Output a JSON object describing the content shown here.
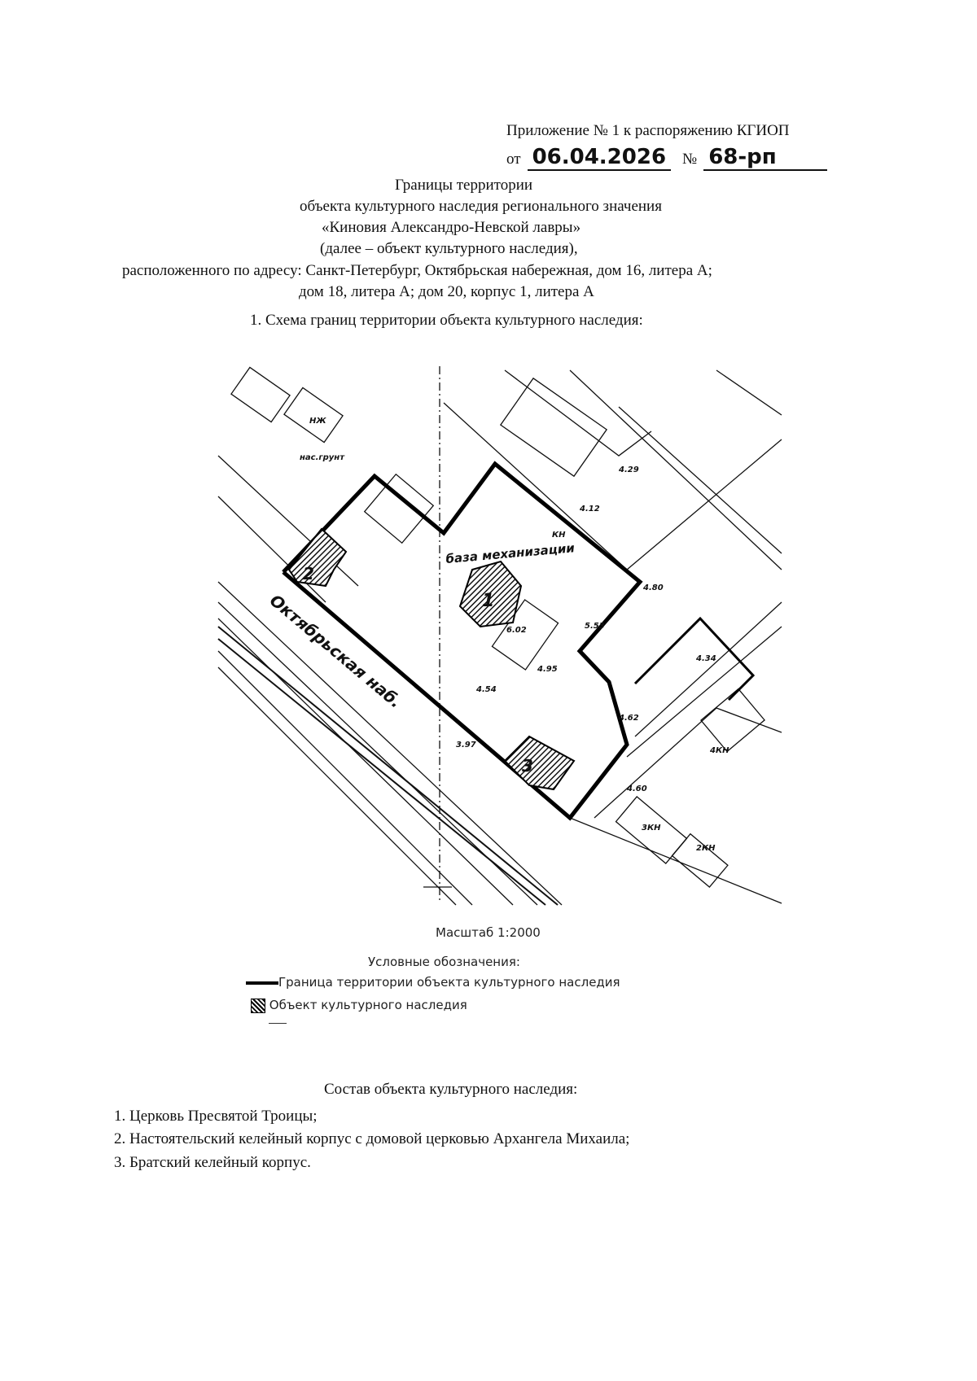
{
  "header": {
    "appendix_line": "Приложение № 1 к распоряжению КГИОП",
    "date_prefix": "от",
    "date_value": "06.04.2026",
    "number_prefix": "№",
    "number_value": "68-рп"
  },
  "title": {
    "line1": "Границы территории",
    "line2": "объекта культурного наследия регионального значения",
    "line3": "«Киновия Александро-Невской лавры»",
    "line4": "(далее – объект культурного наследия),",
    "line5": "расположенного по адресу: Санкт-Петербург, Октябрьская набережная, дом 16, литера А;",
    "line6": "дом 18, литера А; дом 20, корпус 1, литера А"
  },
  "section1": "1.  Схема границ территории объекта культурного наследия:",
  "map": {
    "street_label": "Октябрьская наб.",
    "base_label": "база механизации",
    "building_labels": [
      "1",
      "2",
      "3"
    ],
    "small_labels": [
      "4.95",
      "4.54",
      "6.02",
      "5.53",
      "4.80",
      "4.34",
      "4.62",
      "4.60",
      "3.97",
      "4.29",
      "4.12",
      "КН",
      "НЖ",
      "4КН",
      "3КН",
      "2КН",
      "нас.грунт"
    ]
  },
  "scale": "Масштаб 1:2000",
  "legend": {
    "title": "Условные обозначения:",
    "items": [
      {
        "label": "Граница территории объекта культурного наследия",
        "icon": "thick-line"
      },
      {
        "label": "Объект культурного наследия",
        "icon": "hatched-square"
      }
    ]
  },
  "composition": {
    "title": "Состав объекта культурного наследия:",
    "items": [
      "1. Церковь Пресвятой Троицы;",
      "2. Настоятельский келейный корпус с домовой церковью Архангела Михаила;",
      "3. Братский келейный корпус."
    ]
  }
}
